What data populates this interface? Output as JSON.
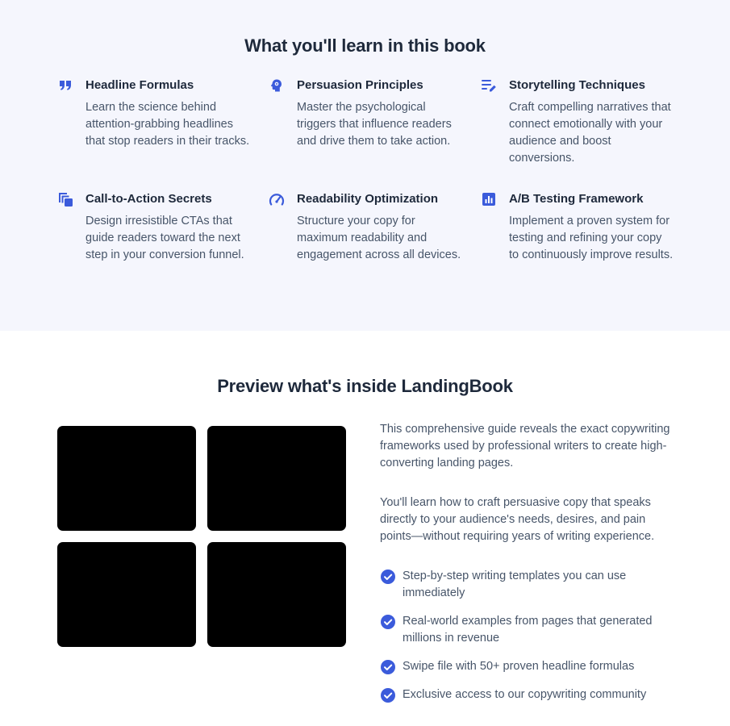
{
  "learn": {
    "title": "What you'll learn in this book",
    "features": [
      {
        "icon": "quote-icon",
        "title": "Headline Formulas",
        "desc": "Learn the science behind attention-grabbing headlines that stop readers in their tracks."
      },
      {
        "icon": "brain-head-icon",
        "title": "Persuasion Principles",
        "desc": "Master the psychological triggers that influence readers and drive them to take action."
      },
      {
        "icon": "edit-notes-icon",
        "title": "Storytelling Techniques",
        "desc": "Craft compelling narratives that connect emotionally with your audience and boost conversions."
      },
      {
        "icon": "copy-stack-icon",
        "title": "Call-to-Action Secrets",
        "desc": "Design irresistible CTAs that guide readers toward the next step in your conversion funnel."
      },
      {
        "icon": "speedometer-icon",
        "title": "Readability Optimization",
        "desc": "Structure your copy for maximum readability and engagement across all devices."
      },
      {
        "icon": "bar-chart-icon",
        "title": "A/B Testing Framework",
        "desc": "Implement a proven system for testing and refining your copy to continuously improve results."
      }
    ]
  },
  "preview": {
    "title": "Preview what's inside LandingBook",
    "paragraphs": [
      "This comprehensive guide reveals the exact copywriting frameworks used by professional writers to create high-converting landing pages.",
      "You'll learn how to craft persuasive copy that speaks directly to your audience's needs, desires, and pain points—without requiring years of writing experience."
    ],
    "checklist": [
      "Step-by-step writing templates you can use immediately",
      "Real-world examples from pages that generated millions in revenue",
      "Swipe file with 50+ proven headline formulas",
      "Exclusive access to our copywriting community"
    ]
  },
  "colors": {
    "accent": "#3b5bdb",
    "section_bg": "#f5f6fd",
    "heading": "#1e293b",
    "body_text": "#475569",
    "tile": "#000000"
  }
}
